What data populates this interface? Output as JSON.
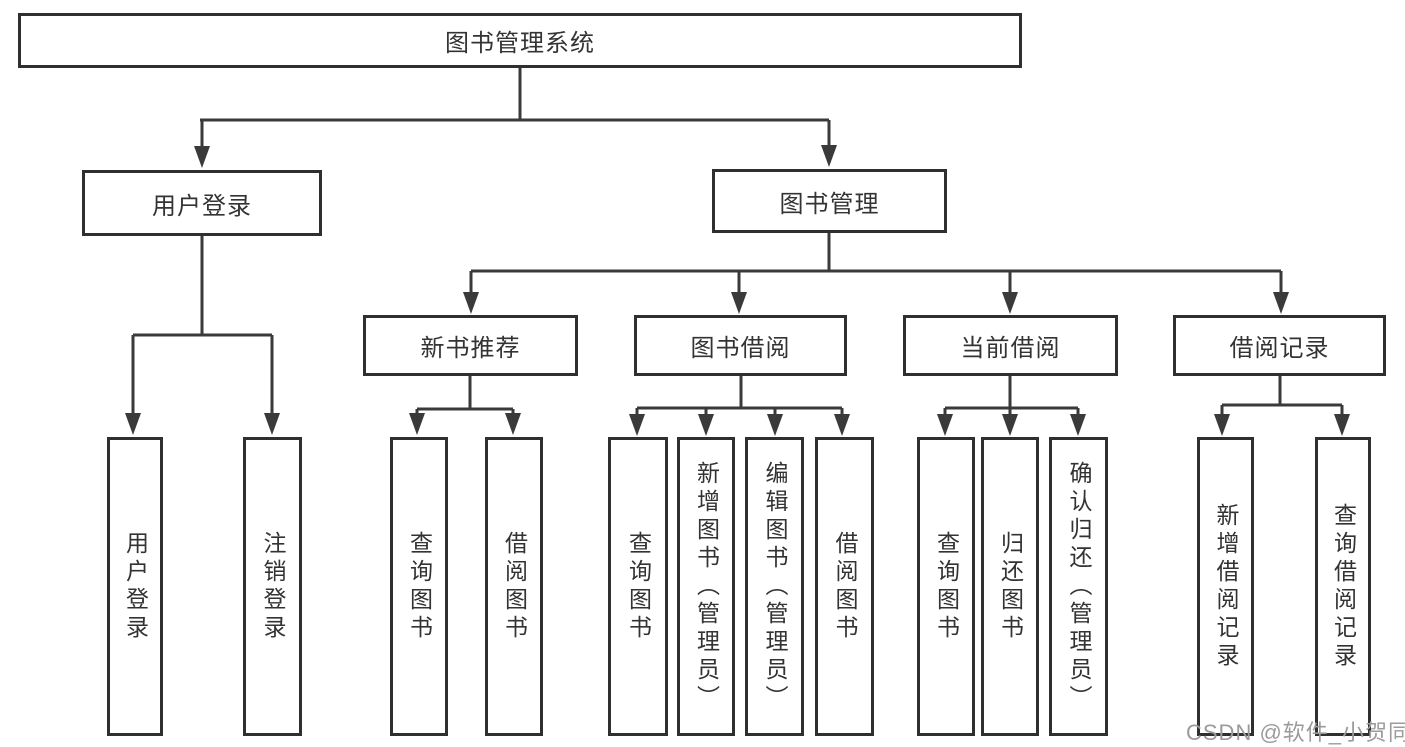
{
  "nodes": {
    "root": "图书管理系统",
    "user_login": "用户登录",
    "book_mgmt": "图书管理",
    "new_book_rec": "新书推荐",
    "book_borrow": "图书借阅",
    "current_borrow": "当前借阅",
    "borrow_record": "借阅记录",
    "leaf_user_login": "用户登录",
    "leaf_logout": "注销登录",
    "leaf_nbr_query": "查询图书",
    "leaf_nbr_borrow": "借阅图书",
    "leaf_bb_query": "查询图书",
    "leaf_bb_add": "新增图书（管理员）",
    "leaf_bb_edit": "编辑图书（管理员）",
    "leaf_bb_borrow": "借阅图书",
    "leaf_cb_query": "查询图书",
    "leaf_cb_return": "归还图书",
    "leaf_cb_confirm": "确认归还（管理员）",
    "leaf_br_add": "新增借阅记录",
    "leaf_br_query": "查询借阅记录"
  },
  "watermark": "CSDN @软件_小贺同学",
  "colors": {
    "line": "#3a3a3a",
    "border": "#2f2f2f",
    "text": "#333333",
    "watermark": "#9b9b9b",
    "background": "#ffffff"
  }
}
